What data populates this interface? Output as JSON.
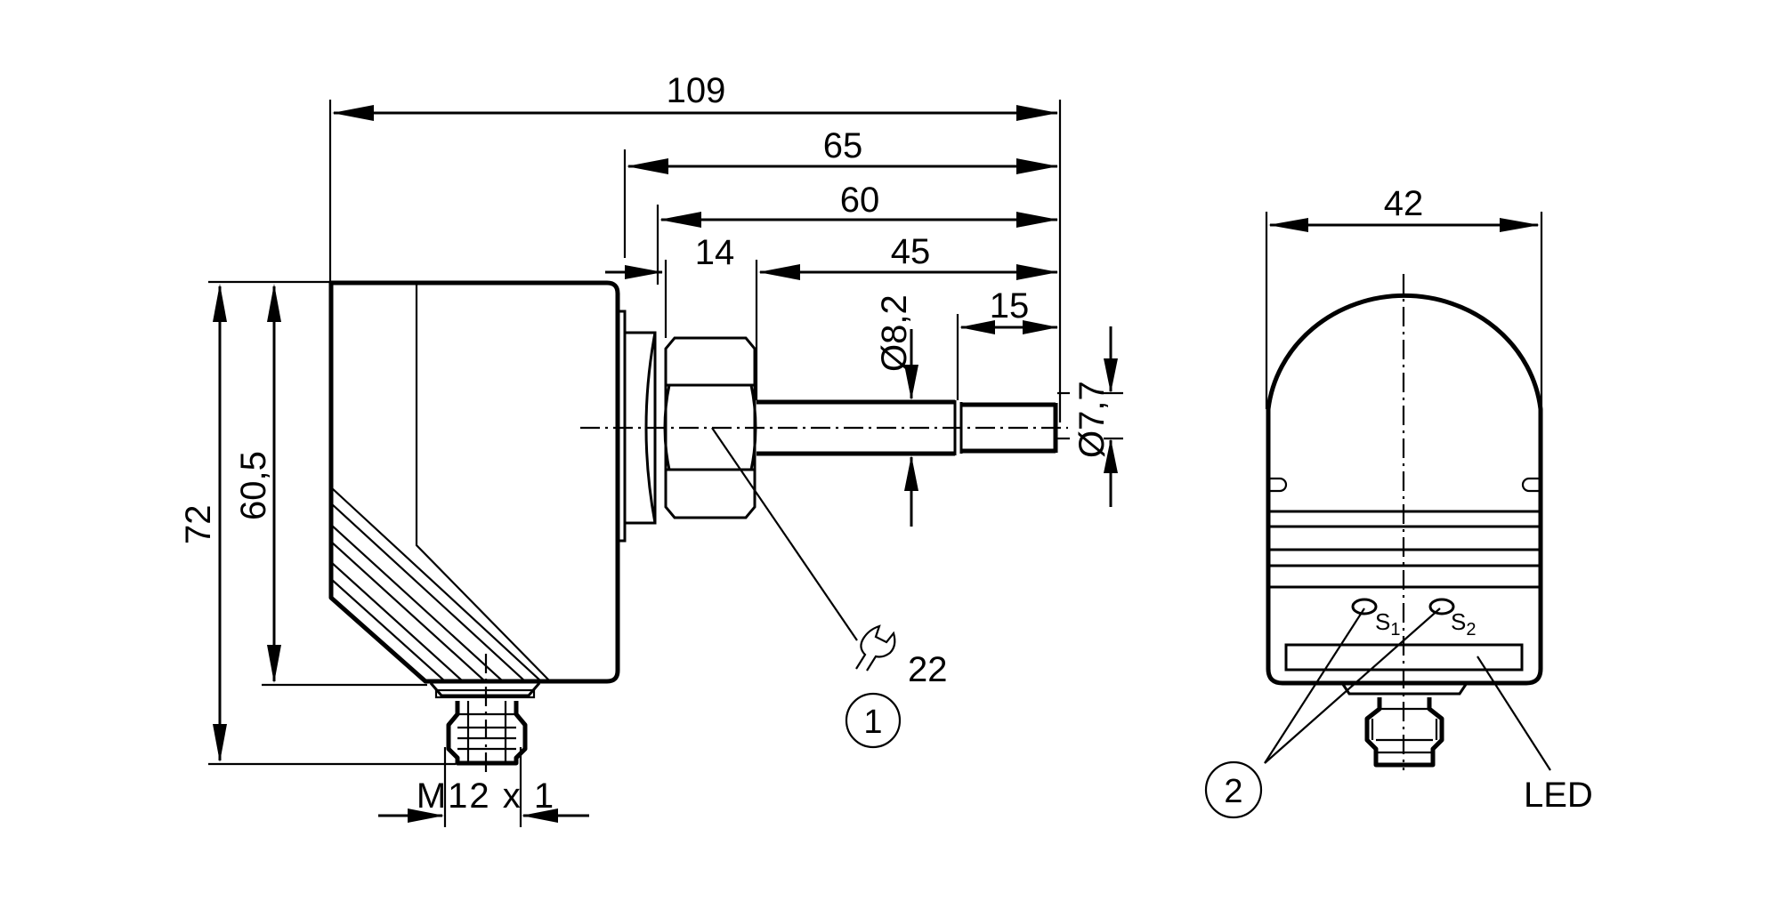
{
  "drawing": {
    "title": "Dimensional drawing",
    "units": "mm",
    "colors": {
      "line": "#000000",
      "background": "#ffffff"
    }
  },
  "side_view": {
    "dimensions": {
      "overall_length": "109",
      "flange_to_tip": "65",
      "nut_to_tip": "60",
      "nut_width": "14",
      "shaft_length": "45",
      "tip_length": "15",
      "shaft_diameter": "Ø8,2",
      "tip_diameter": "Ø7,7",
      "overall_height": "72",
      "body_height": "60,5",
      "connector_thread": "M12 x 1"
    },
    "wrench": {
      "icon": "wrench-icon",
      "size": "22"
    },
    "callout_1": "1"
  },
  "front_view": {
    "dimensions": {
      "width": "42"
    },
    "labels": {
      "s1": "S",
      "s1_sub": "1",
      "s2": "S",
      "s2_sub": "2",
      "led": "LED"
    },
    "callout_2": "2"
  }
}
